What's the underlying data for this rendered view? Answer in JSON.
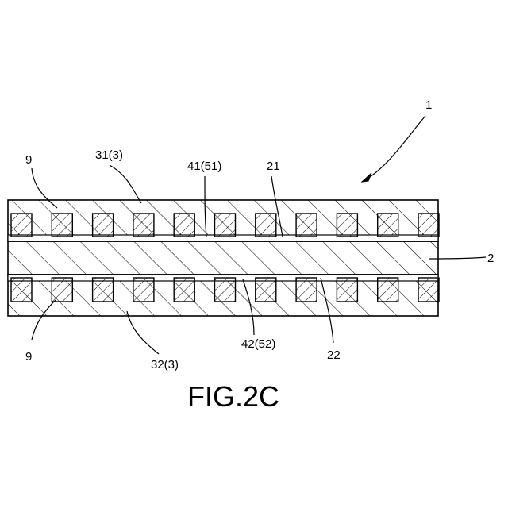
{
  "figure": {
    "caption": "FIG.2C",
    "labels": {
      "assembly": "1",
      "core": "2",
      "upper_layer": "31(3)",
      "lower_layer": "32(3)",
      "upper_wiring": "41(51)",
      "lower_wiring": "42(52)",
      "upper_gap": "21",
      "lower_gap": "22",
      "upper_pad": "9",
      "lower_pad": "9"
    },
    "pads_per_row": 11
  }
}
